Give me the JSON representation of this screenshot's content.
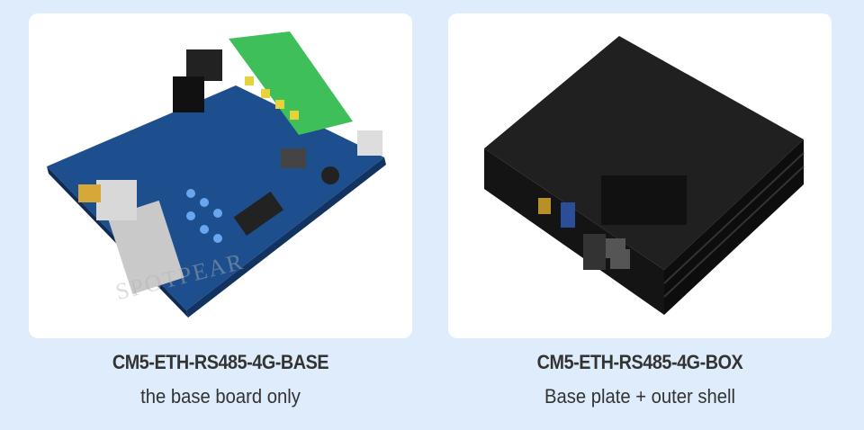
{
  "products": [
    {
      "name": "CM5-ETH-RS485-4G-BASE",
      "description": "the base board only",
      "watermark": "SPOTPEAR",
      "image": "circuit-board-image"
    },
    {
      "name": "CM5-ETH-RS485-4G-BOX",
      "description": "Base plate + outer shell",
      "image": "black-enclosure-image"
    }
  ],
  "colors": {
    "background": "#deecfb",
    "card": "#ffffff",
    "board": "#1d4f8f",
    "box": "#1a1a1a",
    "terminal": "#3fbf5a"
  }
}
